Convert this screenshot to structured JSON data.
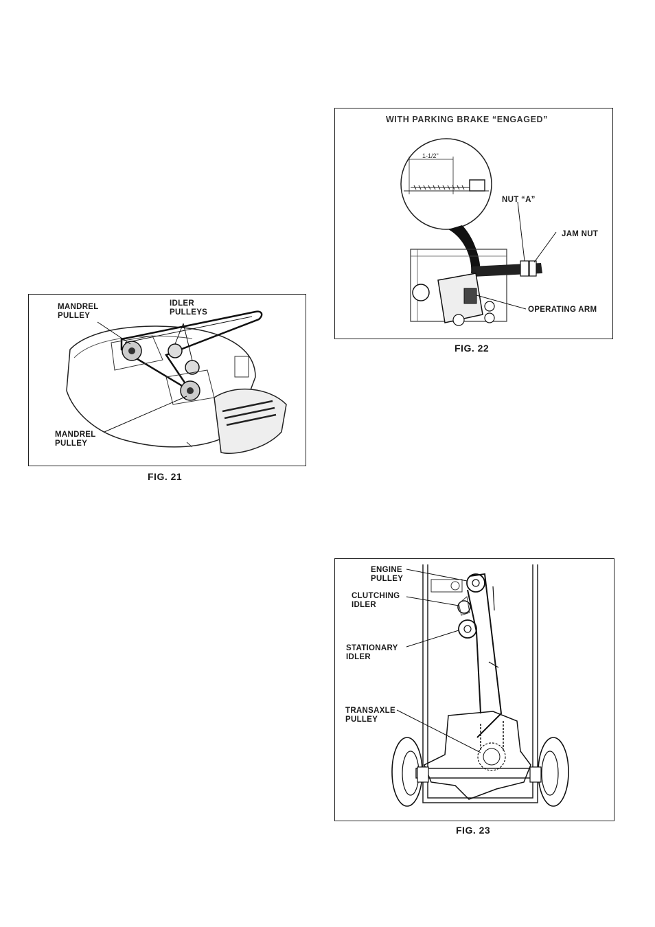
{
  "fig21": {
    "caption": "FIG. 21",
    "labels": {
      "mandrel_pulley_top": "MANDREL\nPULLEY",
      "idler_pulleys": "IDLER\nPULLEYS",
      "mandrel_pulley_bottom": "MANDREL\nPULLEY"
    }
  },
  "fig22": {
    "caption": "FIG. 22",
    "title": "WITH PARKING BRAKE “ENGAGED”",
    "dimension": "1-1/2\"",
    "labels": {
      "nut_a": "NUT “A”",
      "jam_nut": "JAM NUT",
      "operating_arm": "OPERATING ARM"
    }
  },
  "fig23": {
    "caption": "FIG. 23",
    "labels": {
      "engine_pulley": "ENGINE\nPULLEY",
      "clutching_idler": "CLUTCHING\nIDLER",
      "stationary_idler": "STATIONARY\nIDLER",
      "transaxle_pulley": "TRANSAXLE\nPULLEY"
    }
  }
}
